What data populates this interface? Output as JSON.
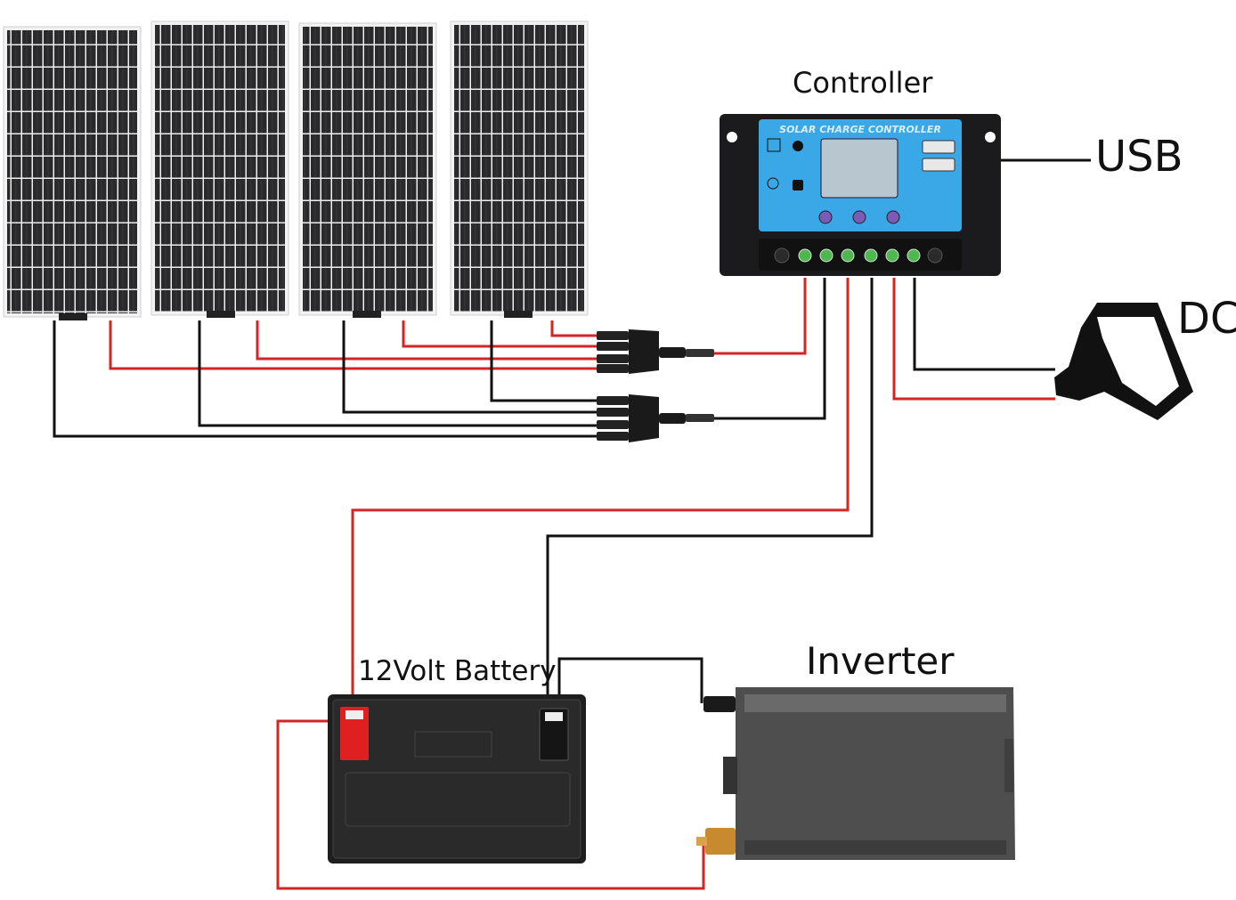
{
  "labels": {
    "controller": "Controller",
    "usb": "USB",
    "dc": "DC",
    "battery": "12Volt Battery",
    "inverter": "Inverter"
  },
  "controller_panel_text": "SOLAR CHARGE CONTROLLER",
  "colors": {
    "positive_wire": "#d42424",
    "negative_wire": "#111111",
    "controller_face": "#3aa7e6",
    "panel_cell": "#2b2b2d",
    "battery_positive": "#e02020",
    "inverter_body": "#5a5a5a",
    "inverter_terminal": "#c88a2e"
  },
  "icons": [
    "solar-panel-icon",
    "charge-controller-icon",
    "dc-load-icon",
    "battery-icon",
    "inverter-icon"
  ]
}
